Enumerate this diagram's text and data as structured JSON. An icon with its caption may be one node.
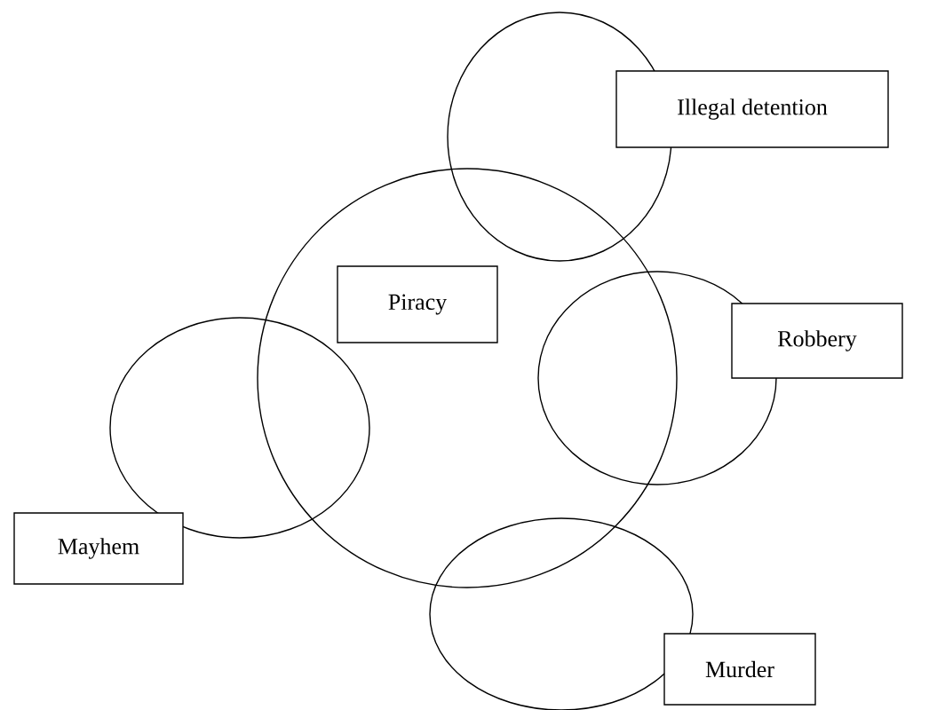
{
  "diagram": {
    "nodes": [
      {
        "text": [],
        "shape": "ellipse"
      },
      {
        "text": [
          "Illegal detention"
        ]
      },
      {
        "text": [],
        "shape": "circle"
      },
      {
        "text": [
          "Piracy"
        ],
        "in": 2
      },
      {
        "text": [],
        "shape": "ellipse"
      },
      {
        "text": [
          "Robbery"
        ]
      },
      {
        "text": [],
        "shape": "ellipse"
      },
      {
        "text": [
          "Mayhem"
        ]
      },
      {
        "text": [],
        "shape": "ellipse"
      },
      {
        "text": [
          "Murder"
        ]
      }
    ]
  }
}
